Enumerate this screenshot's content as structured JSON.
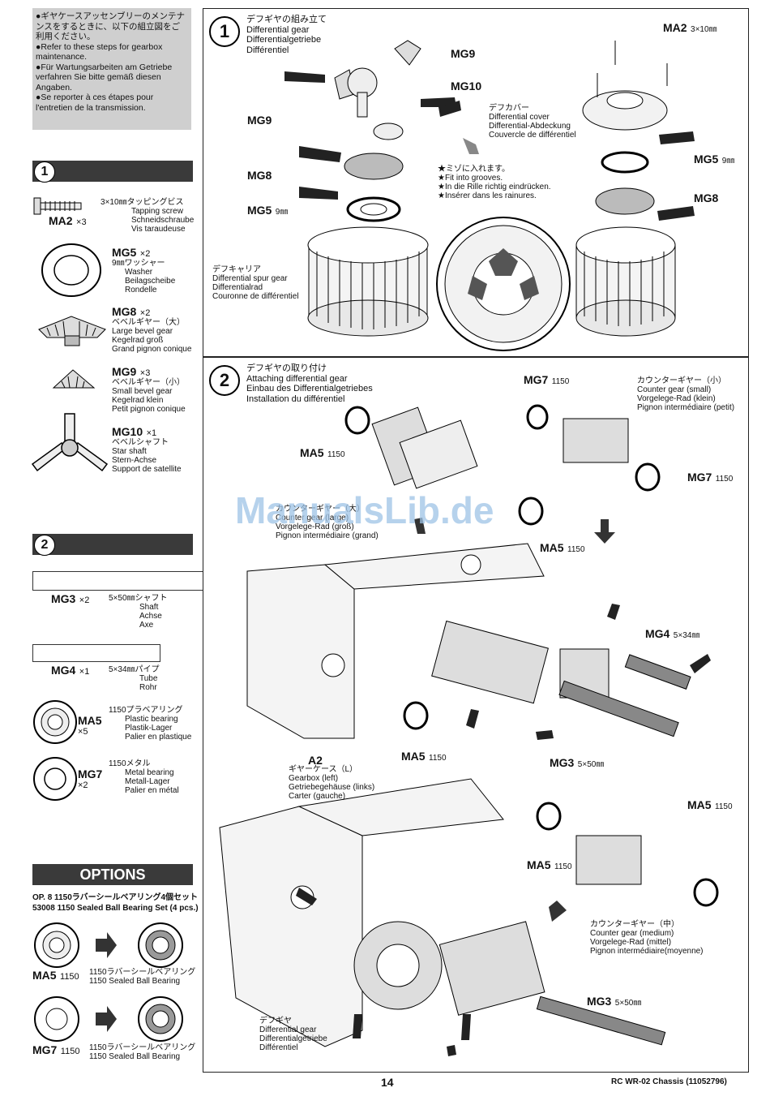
{
  "note": {
    "lines": [
      "●ギヤケースアッセンブリーのメンテナンスをするときに、以下の組立図をご利用ください。",
      "●Refer to these steps for gearbox maintenance.",
      "●Für Wartungsarbeiten am Getriebe verfahren Sie bitte gemäß diesen Angaben.",
      "●Se reporter à ces étapes pour l'entretien de la transmission."
    ]
  },
  "left_step1": {
    "num": "1",
    "parts": [
      {
        "code": "MA2",
        "qty": "×3",
        "desc": [
          "3×10㎜タッピングビス",
          "Tapping screw",
          "Schneidschraube",
          "Vis taraudeuse"
        ]
      },
      {
        "code": "MG5",
        "qty": "×2",
        "desc": [
          "9㎜ワッシャー",
          "Washer",
          "Beilagscheibe",
          "Rondelle"
        ]
      },
      {
        "code": "MG8",
        "qty": "×2",
        "desc": [
          "ベベルギヤー（大）",
          "Large bevel gear",
          "Kegelrad groß",
          "Grand pignon conique"
        ]
      },
      {
        "code": "MG9",
        "qty": "×3",
        "desc": [
          "ベベルギヤー（小）",
          "Small bevel gear",
          "Kegelrad klein",
          "Petit pignon conique"
        ]
      },
      {
        "code": "MG10",
        "qty": "×1",
        "desc": [
          "ベベルシャフト",
          "Star shaft",
          "Stern-Achse",
          "Support de satellite"
        ]
      }
    ]
  },
  "left_step2": {
    "num": "2",
    "parts": [
      {
        "code": "MG3",
        "qty": "×2",
        "desc": [
          "5×50㎜シャフト",
          "Shaft",
          "Achse",
          "Axe"
        ]
      },
      {
        "code": "MG4",
        "qty": "×1",
        "desc": [
          "5×34㎜パイプ",
          "Tube",
          "Rohr"
        ]
      },
      {
        "code": "MA5",
        "qty": "×5",
        "desc": [
          "1150プラベアリング",
          "Plastic bearing",
          "Plastik-Lager",
          "Palier en plastique"
        ]
      },
      {
        "code": "MG7",
        "qty": "×2",
        "desc": [
          "1150メタル",
          "Metal bearing",
          "Metall-Lager",
          "Palier en métal"
        ]
      }
    ]
  },
  "options": {
    "title": "OPTIONS",
    "line1": "OP. 8 1150ラバーシールベアリング4個セット",
    "line2": "53008 1150 Sealed Ball Bearing Set (4 pcs.)",
    "rows": [
      {
        "code": "MA5",
        "size": "1150",
        "desc1": "1150ラバーシールベアリング",
        "desc2": "1150 Sealed Ball Bearing"
      },
      {
        "code": "MG7",
        "size": "1150",
        "desc1": "1150ラバーシールベアリング",
        "desc2": "1150 Sealed Ball Bearing"
      }
    ]
  },
  "step1": {
    "num": "1",
    "title": [
      "デフギヤの組み立て",
      "Differential gear",
      "Differentialgetriebe",
      "Différentiel"
    ],
    "labels": {
      "mg9a": "MG9",
      "mg10": "MG10",
      "mg9b": "MG9",
      "mg8": "MG8",
      "mg5": "MG5",
      "mg5size": "9㎜",
      "ma2": "MA2",
      "ma2size": "3×10㎜",
      "mg5r": "MG5",
      "mg5rsize": "9㎜",
      "mg8r": "MG8"
    },
    "carrier": [
      "デフキャリア",
      "Differential spur gear",
      "Differentialrad",
      "Couronne de différentiel"
    ],
    "cover": [
      "デフカバー",
      "Differential cover",
      "Differential-Abdeckung",
      "Couvercle de différentiel"
    ],
    "grooves": [
      "★ミゾに入れます。",
      "★Fit into grooves.",
      "★In die Rille richtig eindrücken.",
      "★Insérer dans les rainures."
    ]
  },
  "step2": {
    "num": "2",
    "title": [
      "デフギヤの取り付け",
      "Attaching differential gear",
      "Einbau des Differentialgetriebes",
      "Installation du différentiel"
    ],
    "counter_small": [
      "カウンターギヤー（小）",
      "Counter gear (small)",
      "Vorgelege-Rad (klein)",
      "Pignon intermédiaire (petit)"
    ],
    "counter_large": [
      "カウンターギヤー（大）",
      "Counter gear (large)",
      "Vorgelege-Rad (groß)",
      "Pignon intermédiaire (grand)"
    ],
    "gearbox": [
      "A2",
      "ギヤーケース（L）",
      "Gearbox (left)",
      "Getriebegehäuse (links)",
      "Carter (gauche)"
    ],
    "counter_medium": [
      "カウンターギヤー（中）",
      "Counter gear (medium)",
      "Vorgelege-Rad (mittel)",
      "Pignon intermédiaire(moyenne)"
    ],
    "diff": [
      "デフギヤ",
      "Differential gear",
      "Differentialgetriebe",
      "Différentiel"
    ],
    "labels": {
      "mg7a": "MG7",
      "mg7b": "MG7",
      "ma5a": "MA5",
      "ma5b": "MA5",
      "ma5c": "MA5",
      "ma5d": "MA5",
      "ma5e": "MA5",
      "mg4": "MG4",
      "mg4size": "5×34㎜",
      "mg3a": "MG3",
      "mg3b": "MG3",
      "mg3size": "5×50㎜",
      "bearing": "1150"
    }
  },
  "footer": {
    "page": "14",
    "model": "RC WR-02 Chassis (11052796)"
  },
  "watermark": "ManualsLib.de"
}
